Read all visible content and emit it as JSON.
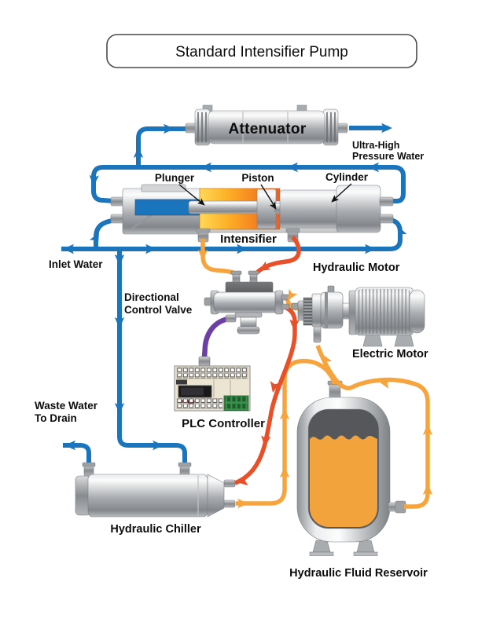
{
  "title": "Standard Intensifier Pump",
  "colors": {
    "water": "#1b75bc",
    "hydraulic_supply": "#f6a53e",
    "hydraulic_return": "#e8502a",
    "control_cable": "#6b3fa4",
    "reservoir_fluid": "#f2a33c"
  },
  "labels": {
    "attenuator": "Attenuator",
    "ultra_high_line1": "Ultra-High",
    "ultra_high_line2": "Pressure Water",
    "plunger": "Plunger",
    "piston": "Piston",
    "cylinder": "Cylinder",
    "intensifier": "Intensifier",
    "inlet_water": "Inlet Water",
    "hydraulic_motor": "Hydraulic Motor",
    "directional_line1": "Directional",
    "directional_line2": "Control Valve",
    "electric_motor": "Electric Motor",
    "plc_controller": "PLC Controller",
    "waste_line1": "Waste Water",
    "waste_line2": "To Drain",
    "hydraulic_chiller": "Hydraulic Chiller",
    "hydraulic_fluid_reservoir": "Hydraulic Fluid Reservoir"
  }
}
